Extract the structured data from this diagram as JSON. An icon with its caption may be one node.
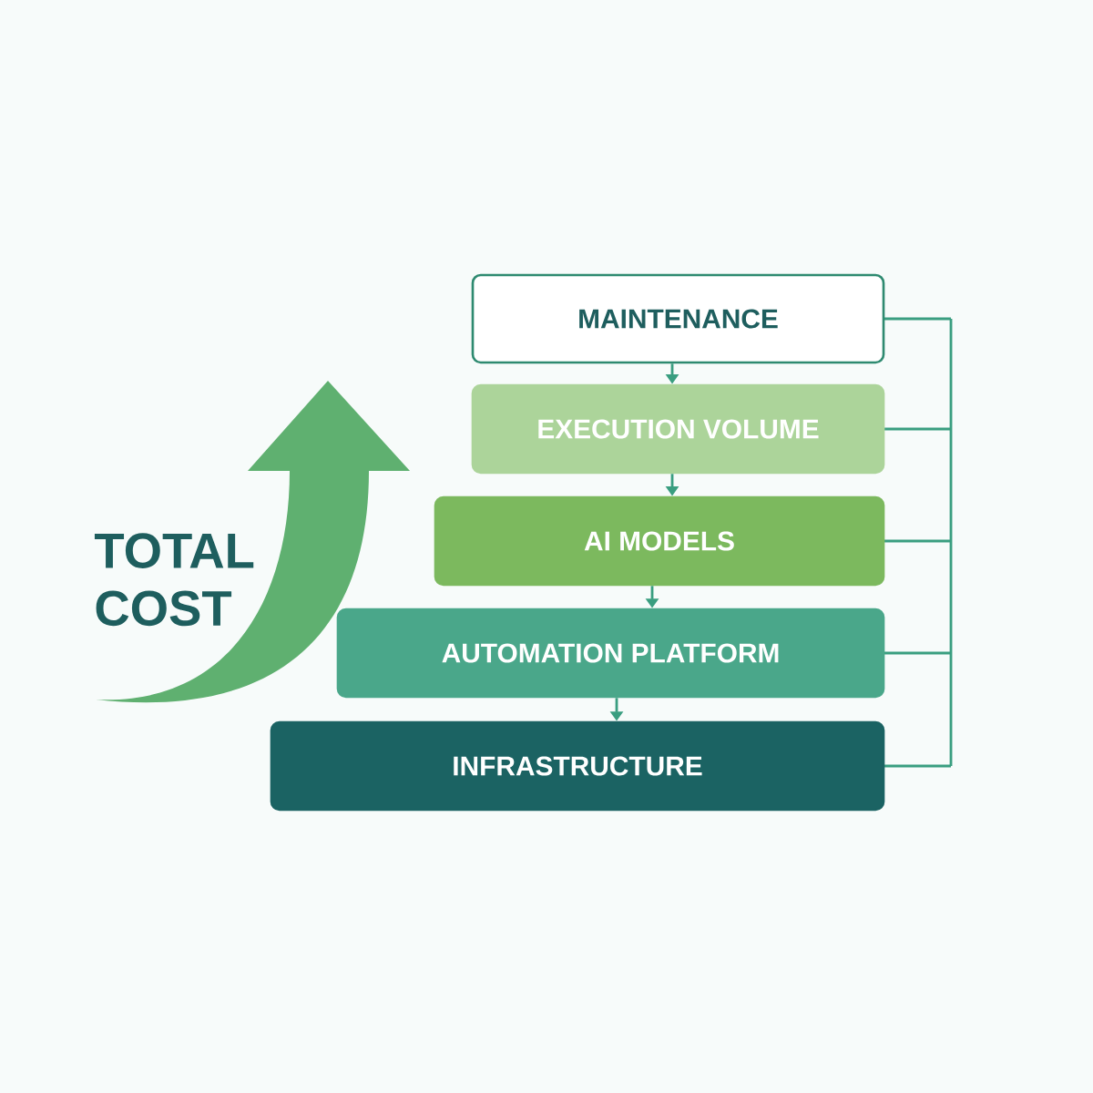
{
  "diagram": {
    "nodes": [
      {
        "text": [
          "MAINTENANCE"
        ]
      },
      {
        "text": [
          "EXECUTION VOLUME"
        ]
      },
      {
        "text": [
          "AI MODELS"
        ]
      },
      {
        "text": [
          "AUTOMATION PLATFORM"
        ]
      },
      {
        "text": [
          "INFRASTRUCTURE"
        ]
      }
    ],
    "edges": [
      {
        "from": 0,
        "to": 1,
        "arrow": "to"
      },
      {
        "from": 1,
        "to": 2,
        "arrow": "to"
      },
      {
        "from": 2,
        "to": 3,
        "arrow": "to"
      },
      {
        "from": 3,
        "to": 4,
        "arrow": "to"
      }
    ],
    "labels": [
      "TOTAL COST"
    ]
  }
}
